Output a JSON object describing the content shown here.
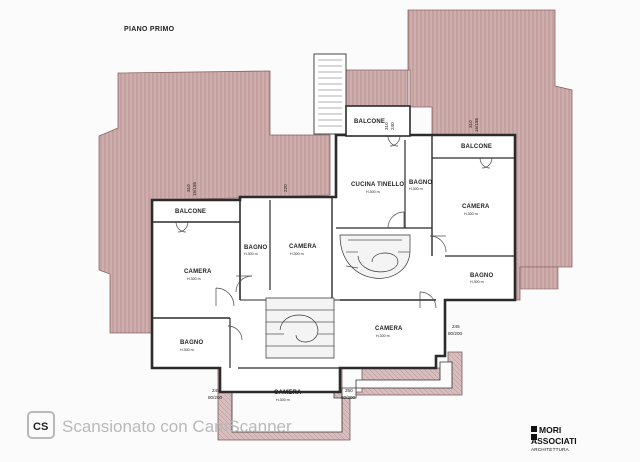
{
  "drawing": {
    "title": "PIANO PRIMO",
    "rooms": [
      {
        "id": "balcone-nw",
        "name": "BALCONE"
      },
      {
        "id": "camera-w",
        "name": "CAMERA",
        "height": "H.300 m"
      },
      {
        "id": "bagno-w1",
        "name": "BAGNO",
        "height": "H.300 m"
      },
      {
        "id": "camera-c",
        "name": "CAMERA",
        "height": "H.300 m"
      },
      {
        "id": "bagno-sw",
        "name": "BAGNO",
        "height": "H.300 m"
      },
      {
        "id": "balcone-top",
        "name": "BALCONE"
      },
      {
        "id": "cucina",
        "name": "CUCINA TINELLO",
        "height": "H.300 m"
      },
      {
        "id": "bagno-n",
        "name": "BAGNO",
        "height": "H.300 m"
      },
      {
        "id": "balcone-ne",
        "name": "BALCONE"
      },
      {
        "id": "camera-e",
        "name": "CAMERA",
        "height": "H.300 m"
      },
      {
        "id": "bagno-e",
        "name": "BAGNO",
        "height": "H.300 m"
      },
      {
        "id": "camera-s",
        "name": "CAMERA",
        "height": "H.300 m"
      },
      {
        "id": "camera-bottom",
        "name": "CAMERA",
        "height": "H.300 m"
      }
    ],
    "dimensions": [
      "310",
      "15/185",
      "220",
      "310",
      "240",
      "310",
      "15/185",
      "245",
      "80/200",
      "245",
      "80/200",
      "250",
      "80/200"
    ]
  },
  "watermark": {
    "text": "Scansionato con CamScanner",
    "badge": "CS"
  },
  "logo": {
    "line1": "MORI",
    "line2": "ASSOCIATI",
    "line3": "ARCHITETTURA"
  },
  "colors": {
    "roof": "#c9a3a3",
    "roof_line": "#a47b7b",
    "wall": "#2b2b2b",
    "background": "#fbfbfb"
  }
}
